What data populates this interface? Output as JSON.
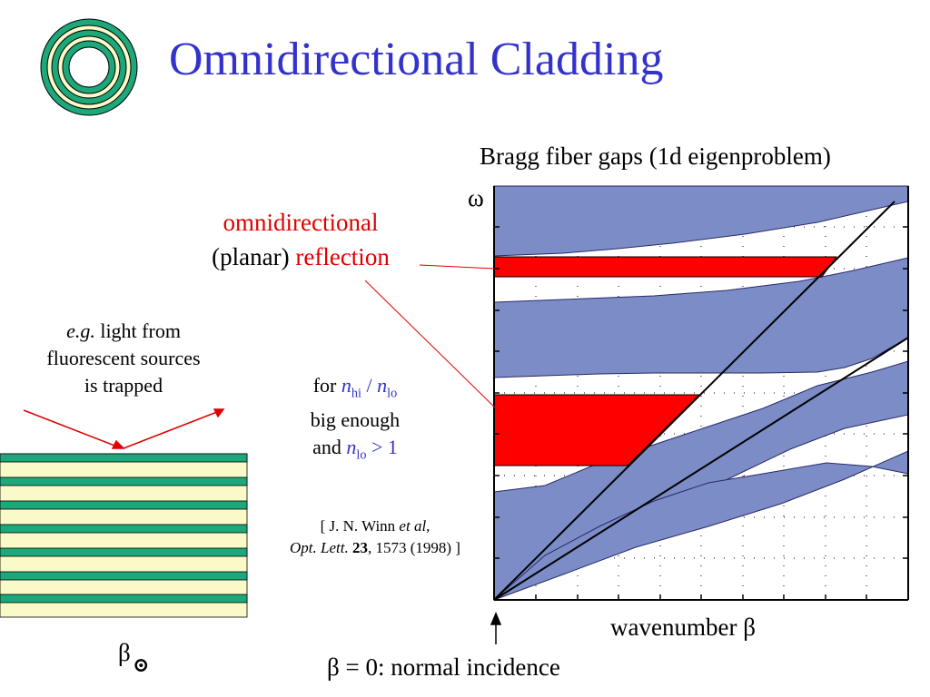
{
  "title": "Omnidirectional Cladding",
  "plot": {
    "title": "Bragg fiber gaps (1d eigenproblem)",
    "y_axis_symbol": "ω",
    "x_axis_label": "wavenumber β",
    "normal_incidence_note": "β = 0: normal incidence"
  },
  "callouts": {
    "omni_line1": "omnidirectional",
    "omni_line2_plain": "(planar)",
    "omni_line2_red": "reflection",
    "light_italic": "e.g.",
    "light_rest": "light from",
    "light_line2": "fluorescent sources",
    "light_line3": "is trapped",
    "cond_for": "for",
    "cond_n": "n",
    "cond_hi": "hi",
    "cond_slash": "/",
    "cond_lo": "lo",
    "cond_line2": "big enough",
    "cond_and": "and",
    "cond_gt": "> 1"
  },
  "reference": {
    "open": "[ J. N. Winn",
    "etal": "et al",
    "comma": ",",
    "journal": "Opt. Lett.",
    "volume": "23",
    "rest": ", 1573 (1998) ]"
  },
  "stack_label": {
    "beta": "β",
    "out_of_plane": "⊙"
  },
  "colors": {
    "title": "#3333cc",
    "band": "#7b8cc6",
    "gap_highlight": "#ff0000",
    "layer_high": "#1ca87a",
    "layer_low": "#fafac8"
  },
  "icons": {
    "fiber": "concentric-rings-icon",
    "arrow": "up-arrow-icon"
  }
}
